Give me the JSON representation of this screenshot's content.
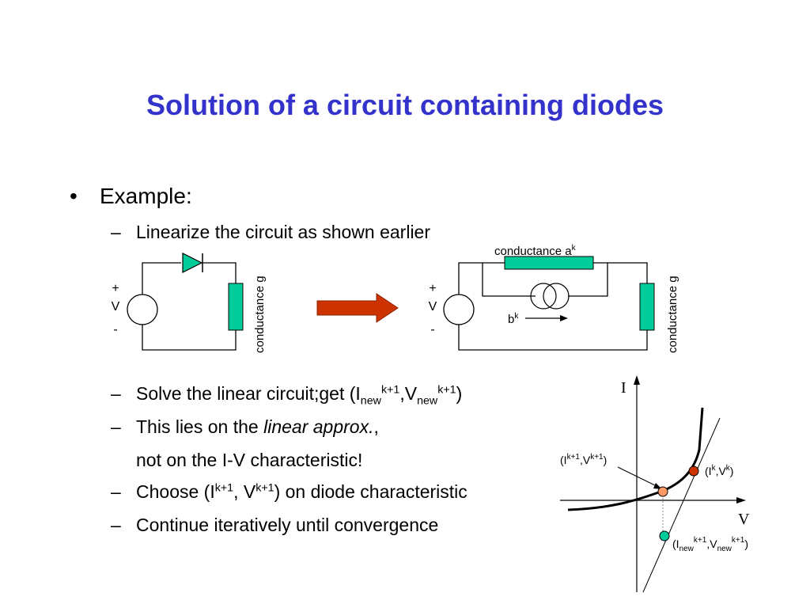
{
  "slide": {
    "title": "Solution of a circuit containing diodes",
    "bullet": "Example:",
    "items": {
      "linearize": "Linearize the circuit as shown earlier",
      "solve_prefix": "Solve the linear circuit;get (I",
      "this_lies_prefix": "This lies on the ",
      "this_lies_italic": "linear approx.",
      "this_lies_suffix": ",",
      "not_on": "not on the I-V characteristic!",
      "choose_prefix": "Choose (I",
      "choose_suffix": ") on diode characteristic",
      "continue": "Continue iteratively until convergence"
    },
    "labels": {
      "new": "new",
      "k_plus_1": "k+1",
      "k": "k",
      "comma": ",",
      "comma_space": ", V",
      "v": "V",
      "close_paren": ")",
      "open_i": "(I",
      "plus": "+",
      "minus": "-",
      "conductance_a": "conductance a",
      "conductance_g": "conductance g",
      "b": "b",
      "axis_i": "I",
      "axis_v": "V"
    },
    "colors": {
      "title": "#3333CC",
      "component_fill": "#00CC99",
      "arrow_fill": "#CC3300",
      "point_current": "#CC3300",
      "point_chosen": "#FF9966",
      "point_new": "#00CC99"
    }
  }
}
